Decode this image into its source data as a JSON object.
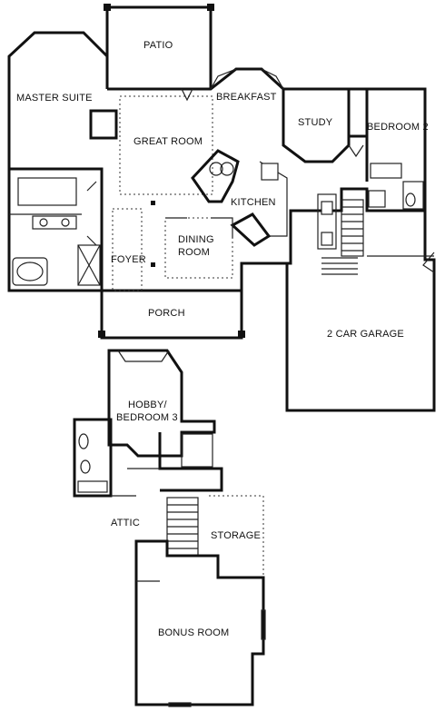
{
  "floor_plan": {
    "main_floor": {
      "patio": "PATIO",
      "master_suite": "MASTER SUITE",
      "breakfast": "BREAKFAST",
      "study": "STUDY",
      "bedroom_2": "BEDROOM 2",
      "great_room": "GREAT ROOM",
      "kitchen": "KITCHEN",
      "dining_room_line1": "DINING",
      "dining_room_line2": "ROOM",
      "foyer": "FOYER",
      "porch": "PORCH",
      "garage": "2 CAR GARAGE"
    },
    "upper_floor": {
      "hobby_line1": "HOBBY/",
      "hobby_line2": "BEDROOM 3",
      "attic": "ATTIC",
      "storage": "STORAGE",
      "bonus_room": "BONUS ROOM"
    }
  }
}
